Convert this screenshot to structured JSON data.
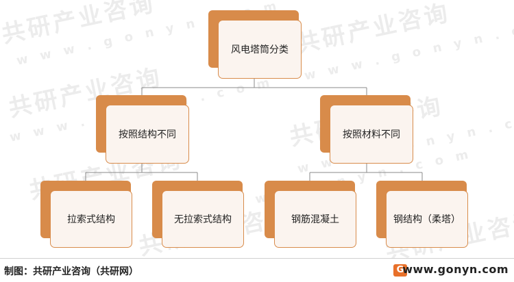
{
  "root": {
    "label": "风电塔筒分类"
  },
  "branches": [
    {
      "label": "按照结构不同",
      "children": [
        "拉索式结构",
        "无拉索式结构"
      ]
    },
    {
      "label": "按照材料不同",
      "children": [
        "钢筋混凝土",
        "钢结构（柔塔）"
      ]
    }
  ],
  "watermark": {
    "brand": "共研产业咨询",
    "url": "w w w . g o n y n . c o m"
  },
  "footer": {
    "credit": "制图：共研产业咨询（共研网）",
    "site": "www.gonyn.com",
    "logo_glyph": "G"
  },
  "colors": {
    "accent": "#d88b4a",
    "fill": "#fbf4ef",
    "line": "#8a8a8a"
  }
}
